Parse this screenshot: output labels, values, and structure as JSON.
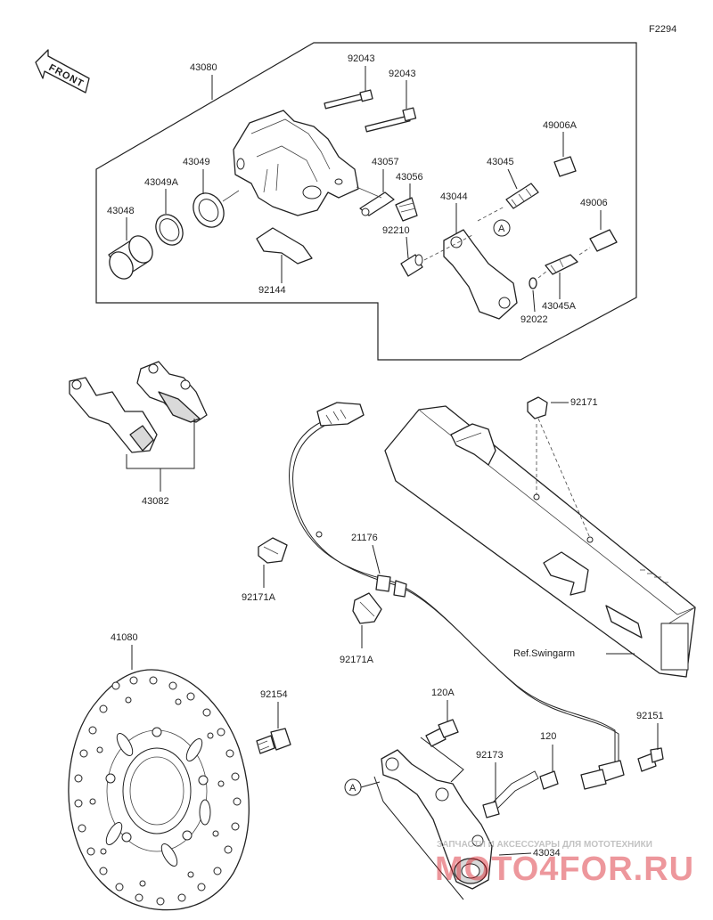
{
  "diagram_code": "F2294",
  "front_label": "FRONT",
  "ref_label": "Ref.Swingarm",
  "callout_letter": "A",
  "watermark": {
    "caption": "ЗАПЧАСТИ И АКСЕССУАРЫ ДЛЯ МОТОТЕХНИКИ",
    "logo": "MOTO4FOR.RU",
    "logo_color": "#d9212b"
  },
  "parts": {
    "p43080": "43080",
    "p92043a": "92043",
    "p92043b": "92043",
    "p49006A": "49006A",
    "p43049": "43049",
    "p43049A": "43049A",
    "p43048": "43048",
    "p43057": "43057",
    "p43056": "43056",
    "p43045": "43045",
    "p43044": "43044",
    "p49006": "49006",
    "p92210": "92210",
    "p92144": "92144",
    "p92022": "92022",
    "p43045A": "43045A",
    "p92171": "92171",
    "p43082": "43082",
    "p21176": "21176",
    "p92171A_1": "92171A",
    "p92171A_2": "92171A",
    "p41080": "41080",
    "p92154": "92154",
    "p120A": "120A",
    "p92173": "92173",
    "p120": "120",
    "p92151": "92151",
    "p43034": "43034"
  }
}
